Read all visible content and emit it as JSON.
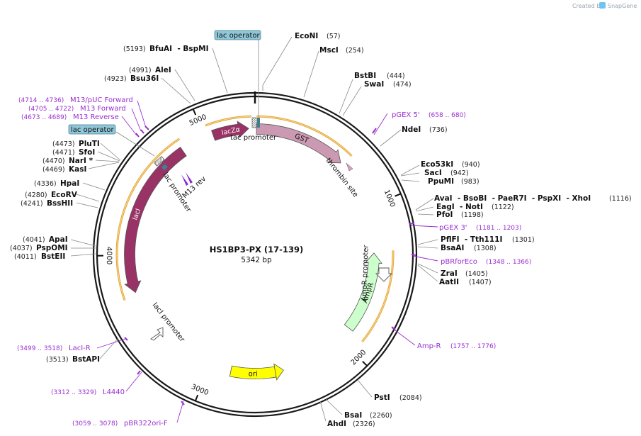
{
  "header": {
    "credit_prefix": "Created by",
    "credit_brand": "SnapGene"
  },
  "plasmid": {
    "name": "HS1BP3-PX (17-139)",
    "size_label": "5342 bp",
    "length": 5342
  },
  "colors": {
    "backbone": "#1a1a1a",
    "orf_outline": "#e5a735",
    "primer": "#9a2fd1",
    "lacI": "#993366",
    "lacZa": "#993366",
    "GST": "#cc99b2",
    "AmpR": "#ccffcc",
    "ori": "#ffff00",
    "lac_operator_box": "#8fc6d8"
  },
  "features": [
    {
      "id": "lacI",
      "label": "lacI",
      "start": 3745,
      "end": 4825
    },
    {
      "id": "lacZa",
      "label": "lacZα",
      "start": 5055,
      "end": 5300
    },
    {
      "id": "GST",
      "label": "GST",
      "start": 10,
      "end": 640
    },
    {
      "id": "AmpR",
      "label": "AmpR",
      "start": 1325,
      "end": 1900
    },
    {
      "id": "ori",
      "label": "ori",
      "start": 2525,
      "end": 2845
    }
  ],
  "feature_labels": {
    "tac_promoter": "tac promoter",
    "thrombin_site": "thrombin site",
    "lac_promoter": "lac promoter",
    "m13_rev": "M13 rev",
    "lacI_promoter": "lacI promoter",
    "ampr_promoter": "AmpR promoter",
    "lac_operator_top": "lac operator",
    "lac_operator_left": "lac operator"
  },
  "ticks": [
    "1000",
    "2000",
    "3000",
    "4000",
    "5000"
  ],
  "enzymes": [
    {
      "id": "econi",
      "name": "EcoNI",
      "pos": "(57)"
    },
    {
      "id": "msci",
      "name": "MscI",
      "pos": "(254)"
    },
    {
      "id": "bstbi",
      "name": "BstBI",
      "pos": "(444)"
    },
    {
      "id": "swai",
      "name": "SwaI",
      "pos": "(474)"
    },
    {
      "id": "ndei",
      "name": "NdeI",
      "pos": "(736)"
    },
    {
      "id": "eco53ki",
      "name": "Eco53kI",
      "pos": "(940)"
    },
    {
      "id": "saci",
      "name": "SacI",
      "pos": "(942)"
    },
    {
      "id": "ppumi",
      "name": "PpuMI",
      "pos": "(983)"
    },
    {
      "id": "avai",
      "name": "AvaI  - BsoBI  - PaeR7I  - PspXI  - XhoI",
      "pos": "(1116)"
    },
    {
      "id": "eagi",
      "name": "EagI  - NotI",
      "pos": "(1122)"
    },
    {
      "id": "pfoi",
      "name": "PfoI",
      "pos": "(1198)"
    },
    {
      "id": "pflfi",
      "name": "PflFI  - Tth111I",
      "pos": "(1301)"
    },
    {
      "id": "bsaai",
      "name": "BsaAI",
      "pos": "(1308)"
    },
    {
      "id": "zrai",
      "name": "ZraI",
      "pos": "(1405)"
    },
    {
      "id": "aatii",
      "name": "AatII",
      "pos": "(1407)"
    },
    {
      "id": "psti",
      "name": "PstI",
      "pos": "(2084)"
    },
    {
      "id": "bsai",
      "name": "BsaI",
      "pos": "(2260)"
    },
    {
      "id": "ahdi",
      "name": "AhdI",
      "pos": "(2326)"
    },
    {
      "id": "bstapi",
      "name": "BstAPI",
      "pos": "(3513)"
    },
    {
      "id": "bsteii",
      "name": "BstEII",
      "pos": "(4011)"
    },
    {
      "id": "pspomi",
      "name": "PspOMI",
      "pos": "(4037)"
    },
    {
      "id": "apai",
      "name": "ApaI",
      "pos": "(4041)"
    },
    {
      "id": "bsshii",
      "name": "BssHII",
      "pos": "(4241)"
    },
    {
      "id": "ecorv",
      "name": "EcoRV",
      "pos": "(4280)"
    },
    {
      "id": "hpai",
      "name": "HpaI",
      "pos": "(4336)"
    },
    {
      "id": "kasi",
      "name": "KasI",
      "pos": "(4469)"
    },
    {
      "id": "nari",
      "name": "NarI *",
      "pos": "(4470)"
    },
    {
      "id": "sfoi",
      "name": "SfoI",
      "pos": "(4471)"
    },
    {
      "id": "pluti",
      "name": "PluTI",
      "pos": "(4473)"
    },
    {
      "id": "bsu36i",
      "name": "Bsu36I",
      "pos": "(4923)"
    },
    {
      "id": "alei",
      "name": "AleI",
      "pos": "(4991)"
    },
    {
      "id": "bfuai",
      "name": "BfuAI  - BspMI",
      "pos": "(5193)"
    }
  ],
  "primers": [
    {
      "id": "pgex5",
      "name": "pGEX 5'",
      "pos": "(658 .. 680)"
    },
    {
      "id": "pgex3",
      "name": "pGEX 3'",
      "pos": "(1181 .. 1203)"
    },
    {
      "id": "pbrforeco",
      "name": "pBRforEco",
      "pos": "(1348 .. 1366)"
    },
    {
      "id": "ampr-primer",
      "name": "Amp-R",
      "pos": "(1757 .. 1776)"
    },
    {
      "id": "pbr322ori",
      "name": "pBR322ori-F",
      "pos": "(3059 .. 3078)"
    },
    {
      "id": "l4440",
      "name": "L4440",
      "pos": "(3312 .. 3329)"
    },
    {
      "id": "laci-r",
      "name": "LacI-R",
      "pos": "(3499 .. 3518)"
    },
    {
      "id": "m13rev",
      "name": "M13 Reverse",
      "pos": "(4673 .. 4689)"
    },
    {
      "id": "m13fwd",
      "name": "M13 Forward",
      "pos": "(4705 .. 4722)"
    },
    {
      "id": "m13puc",
      "name": "M13/pUC Forward",
      "pos": "(4714 .. 4736)"
    }
  ]
}
